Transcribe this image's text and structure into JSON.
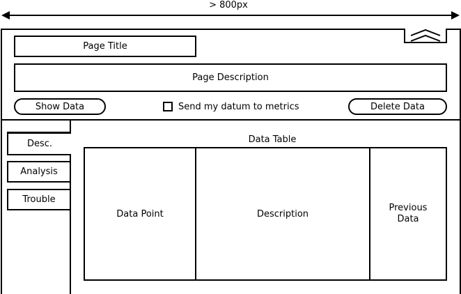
{
  "width_annotation": {
    "label": "> 800px"
  },
  "header": {
    "page_title": "Page Title",
    "page_description": "Page Description",
    "show_data_label": "Show Data",
    "metrics_checkbox_label": "Send my datum to metrics",
    "metrics_checkbox_checked": false,
    "delete_data_label": "Delete Data",
    "collapse_icon": "double-chevron-up-icon"
  },
  "sidebar": {
    "tabs": [
      {
        "label": "Desc.",
        "selected": true
      },
      {
        "label": "Analysis",
        "selected": false
      },
      {
        "label": "Trouble",
        "selected": false
      }
    ]
  },
  "main": {
    "table_title": "Data Table",
    "columns": [
      "Data Point",
      "Description",
      "Previous Data"
    ]
  }
}
